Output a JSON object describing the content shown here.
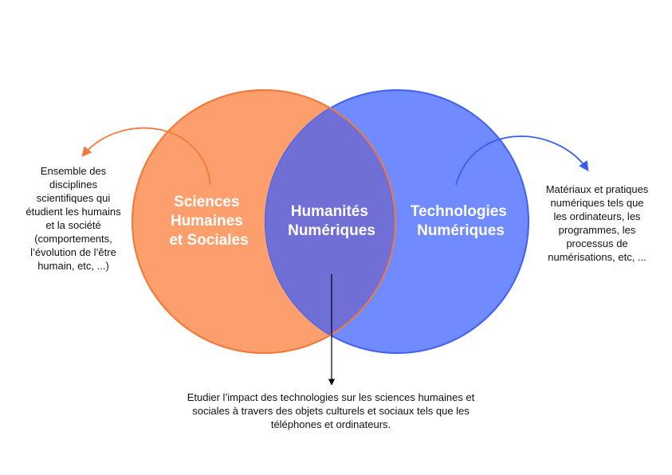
{
  "colors": {
    "orange_fill": "#fd9e6d",
    "orange_stroke": "#f27a3c",
    "blue_fill": "#6f8bfd",
    "blue_stroke": "#3f5ff5",
    "overlap_fill": "#6f6fd6",
    "orange_arrow": "#f27a3c",
    "blue_arrow": "#3a5cf0",
    "black_arrow": "#000000"
  },
  "circles": {
    "left": {
      "lines": [
        "Sciences",
        "Humaines",
        "et Sociales"
      ]
    },
    "center": {
      "lines": [
        "Humanités",
        "Numériques"
      ]
    },
    "right": {
      "lines": [
        "Technologies",
        "Numériques"
      ]
    }
  },
  "notes": {
    "left": {
      "lines": [
        "Ensemble des",
        "disciplines",
        "scientifiques qui",
        "étudient les humains",
        "et la société",
        "(comportements,",
        "l’évolution de l’être",
        "humain, etc, ...)"
      ]
    },
    "right": {
      "lines": [
        "Matériaux et pratiques",
        "numériques tels que",
        "les ordinateurs, les",
        "programmes, les",
        "processus de",
        "numérisations, etc, ..."
      ]
    },
    "bottom": {
      "lines": [
        "Etudier l’impact des technologies sur les sciences humaines et",
        "sociales à travers des objets culturels et sociaux tels que les",
        "téléphones et ordinateurs."
      ]
    }
  }
}
